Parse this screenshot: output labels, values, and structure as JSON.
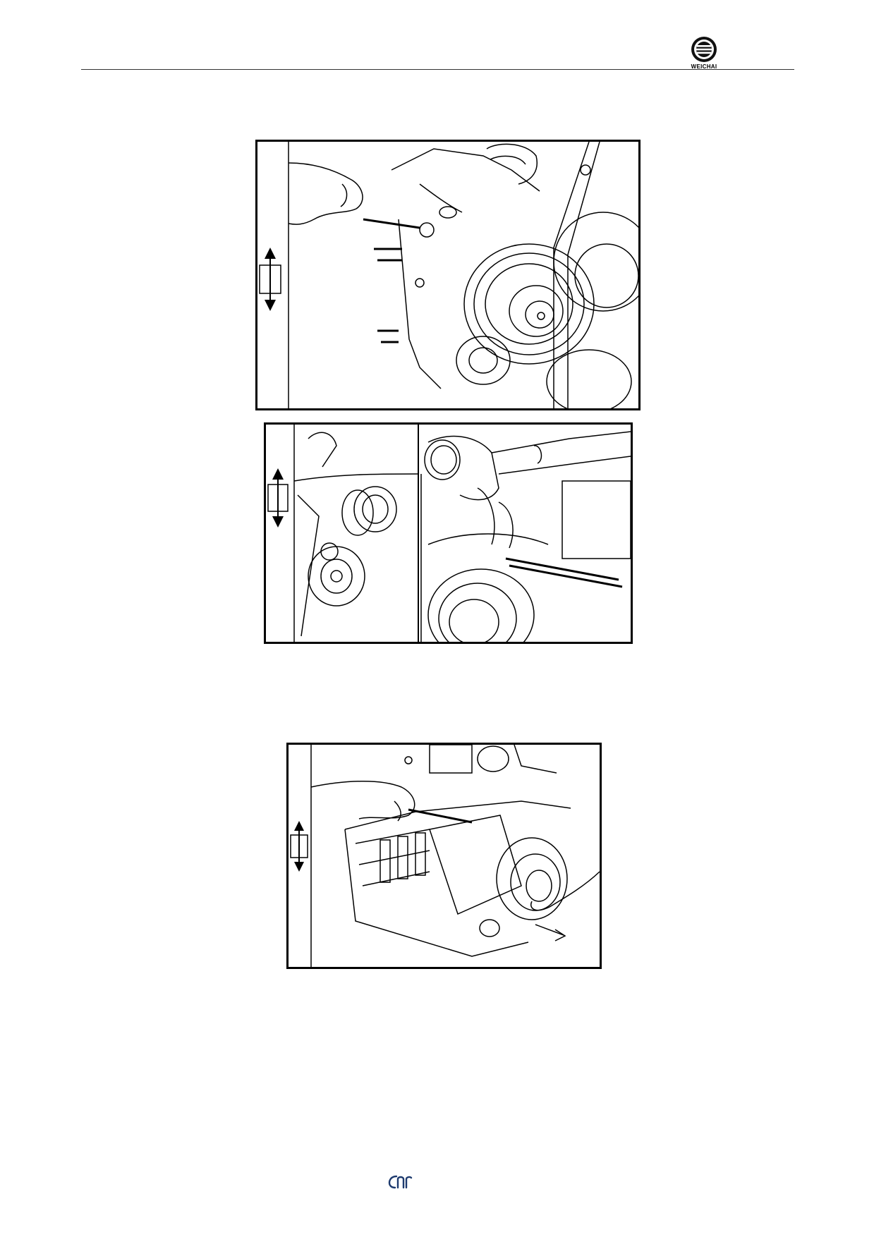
{
  "header": {
    "brand_name": "WEICHAI",
    "rule_color": "#333333"
  },
  "figures": [
    {
      "id": "figure-1",
      "icon": "up-down-arrow-icon"
    },
    {
      "id": "figure-2",
      "icon": "up-down-arrow-icon"
    },
    {
      "id": "figure-3",
      "icon": "up-down-arrow-icon"
    }
  ],
  "footer": {
    "mark_icon": "footer-logo-icon"
  }
}
